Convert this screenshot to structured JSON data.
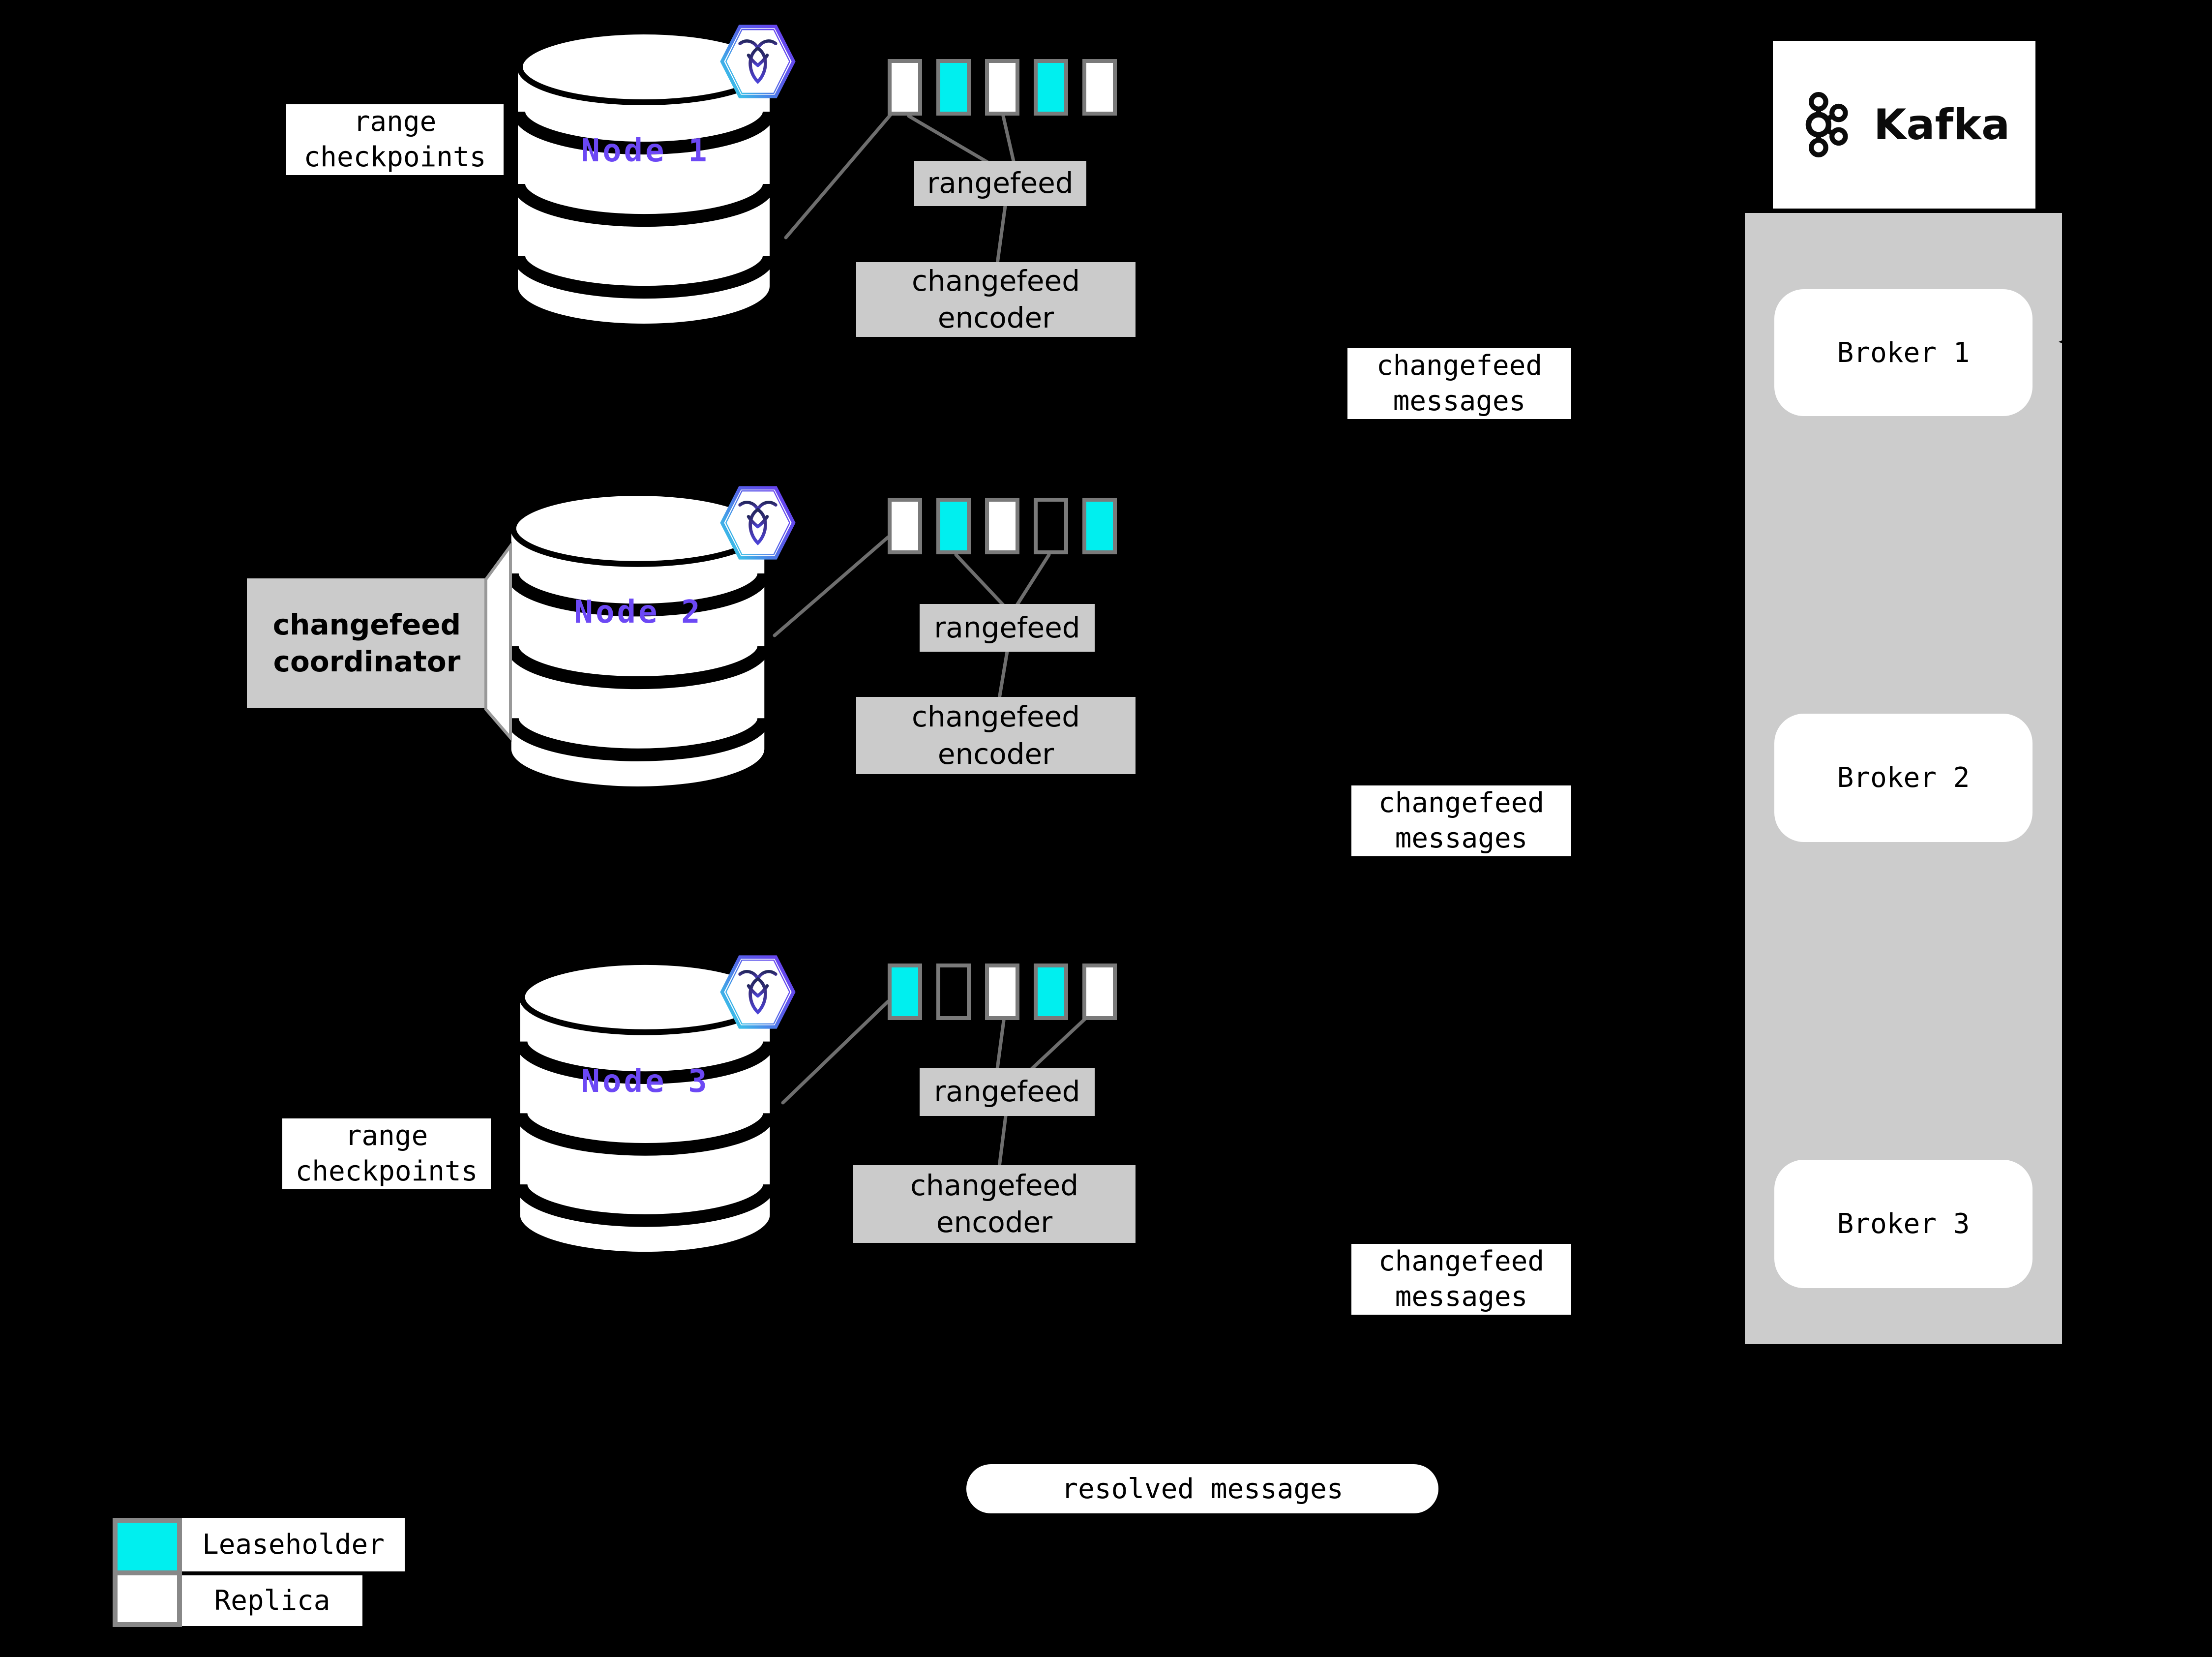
{
  "nodes": [
    {
      "label": "Node 1",
      "rangefeed_label": "rangefeed",
      "encoder_label": "changefeed\nencoder",
      "messages_label": "changefeed\nmessages",
      "ranges": [
        "replica",
        "leaseholder",
        "replica",
        "leaseholder",
        "replica"
      ]
    },
    {
      "label": "Node 2",
      "rangefeed_label": "rangefeed",
      "encoder_label": "changefeed\nencoder",
      "messages_label": "changefeed\nmessages",
      "ranges": [
        "replica",
        "leaseholder",
        "replica",
        "empty",
        "leaseholder"
      ]
    },
    {
      "label": "Node 3",
      "rangefeed_label": "rangefeed",
      "encoder_label": "changefeed\nencoder",
      "messages_label": "changefeed\nmessages",
      "ranges": [
        "leaseholder",
        "empty",
        "replica",
        "leaseholder",
        "replica"
      ]
    }
  ],
  "annotations": {
    "range_checkpoints_top": "range\ncheckpoints",
    "range_checkpoints_bottom": "range\ncheckpoints",
    "changefeed_coordinator": "changefeed\ncoordinator",
    "resolved_messages": "resolved messages"
  },
  "kafka": {
    "brand": "Kafka",
    "brokers": [
      {
        "label": "Broker 1"
      },
      {
        "label": "Broker 2"
      },
      {
        "label": "Broker 3"
      }
    ]
  },
  "legend": {
    "items": [
      {
        "label": "Leaseholder",
        "type": "leaseholder"
      },
      {
        "label": "Replica",
        "type": "replica"
      }
    ]
  },
  "colors": {
    "background": "#000000",
    "leaseholder": "#00efef",
    "replica": "#ffffff",
    "empty": "transparent",
    "node_label_purple": "#6c48f5",
    "box_gray": "#cbcbcb",
    "container_gray": "#cccccc",
    "line_gray": "#6e6e6e",
    "range_border_gray": "#7a7a7a"
  },
  "icons": {
    "cockroachdb_badge": "cockroachdb-hexagon-icon",
    "kafka_logo": "kafka-circles-icon",
    "database_cylinder": "database-cylinder-icon"
  }
}
